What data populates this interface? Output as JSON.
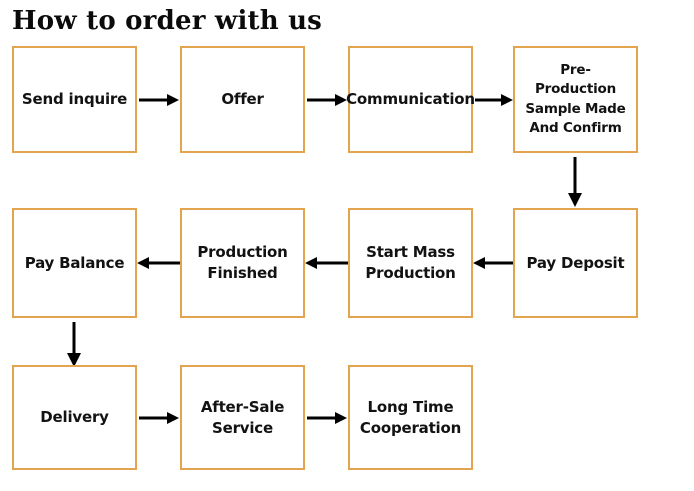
{
  "title": "How to order with us",
  "theme": {
    "box_border": "#e2a44e",
    "box_fill": "#ffffff",
    "text": "#121212",
    "arrow": "#000000",
    "background": "#ffffff"
  },
  "chart_data": {
    "type": "diagram",
    "title": "How to order with us",
    "diagram_kind": "flowchart",
    "rows": 3,
    "nodes": [
      {
        "id": "send-inquire",
        "label": "Send inquire",
        "row": 1,
        "col": 1
      },
      {
        "id": "offer",
        "label": "Offer",
        "row": 1,
        "col": 2
      },
      {
        "id": "communication",
        "label": "Communication",
        "row": 1,
        "col": 3
      },
      {
        "id": "pre-production",
        "label": "Pre-Production\nSample Made\nAnd Confirm",
        "row": 1,
        "col": 4
      },
      {
        "id": "pay-deposit",
        "label": "Pay Deposit",
        "row": 2,
        "col": 4
      },
      {
        "id": "start-mass",
        "label": "Start Mass\nProduction",
        "row": 2,
        "col": 3
      },
      {
        "id": "production-finished",
        "label": "Production\nFinished",
        "row": 2,
        "col": 2
      },
      {
        "id": "pay-balance",
        "label": "Pay Balance",
        "row": 2,
        "col": 1
      },
      {
        "id": "delivery",
        "label": "Delivery",
        "row": 3,
        "col": 1
      },
      {
        "id": "after-sale",
        "label": "After-Sale\nService",
        "row": 3,
        "col": 2
      },
      {
        "id": "long-time",
        "label": "Long Time\nCooperation",
        "row": 3,
        "col": 3
      }
    ],
    "edges": [
      {
        "from": "send-inquire",
        "to": "offer",
        "direction": "right"
      },
      {
        "from": "offer",
        "to": "communication",
        "direction": "right"
      },
      {
        "from": "communication",
        "to": "pre-production",
        "direction": "right"
      },
      {
        "from": "pre-production",
        "to": "pay-deposit",
        "direction": "down"
      },
      {
        "from": "pay-deposit",
        "to": "start-mass",
        "direction": "left"
      },
      {
        "from": "start-mass",
        "to": "production-finished",
        "direction": "left"
      },
      {
        "from": "production-finished",
        "to": "pay-balance",
        "direction": "left"
      },
      {
        "from": "pay-balance",
        "to": "delivery",
        "direction": "down"
      },
      {
        "from": "delivery",
        "to": "after-sale",
        "direction": "right"
      },
      {
        "from": "after-sale",
        "to": "long-time",
        "direction": "right"
      }
    ]
  },
  "nodes": {
    "send_inquire": "Send inquire",
    "offer": "Offer",
    "communication": "Communication",
    "pre_production": "Pre-Production\nSample Made\nAnd Confirm",
    "pay_deposit": "Pay Deposit",
    "start_mass": "Start Mass\nProduction",
    "production_finished": "Production\nFinished",
    "pay_balance": "Pay Balance",
    "delivery": "Delivery",
    "after_sale": "After-Sale\nService",
    "long_time": "Long Time\nCooperation"
  }
}
